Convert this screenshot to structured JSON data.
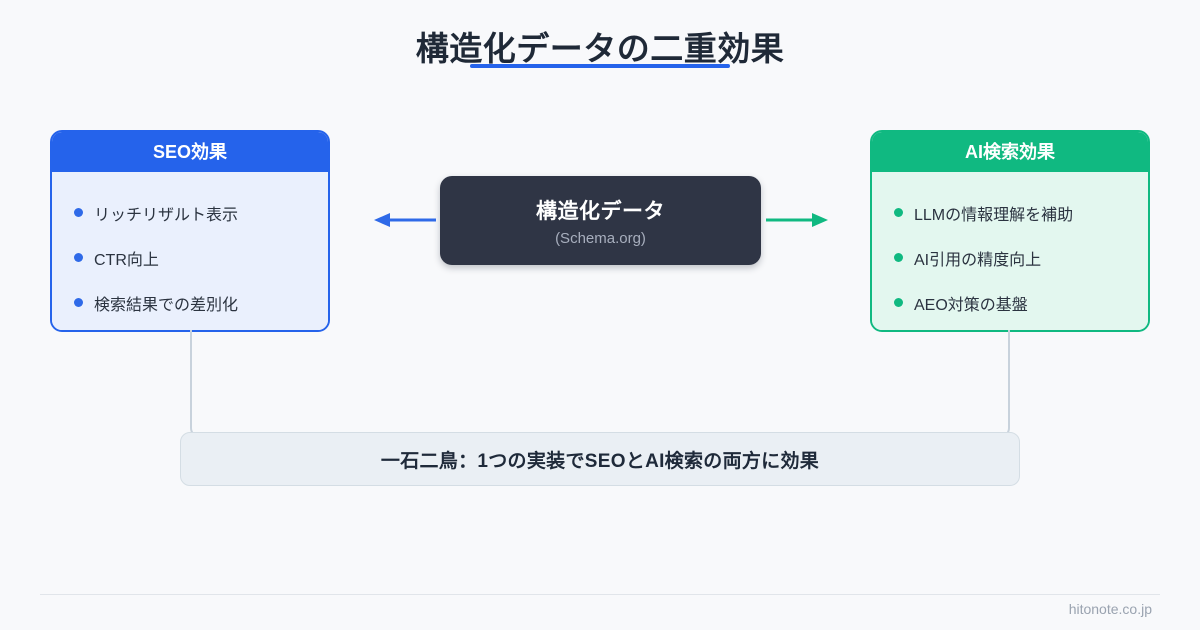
{
  "title": {
    "text": "構造化データの二重効果",
    "underline_color": "#2563eb"
  },
  "center_node": {
    "label": "構造化データ",
    "sublabel": "(Schema.org)",
    "bg_color": "#2f3545"
  },
  "arrows": {
    "left": {
      "direction": "left",
      "color": "#2f6ae8",
      "name": "arrow-to-seo"
    },
    "right": {
      "direction": "right",
      "color": "#10b981",
      "name": "arrow-to-ai"
    }
  },
  "cards": [
    {
      "id": "seo",
      "header": "SEO効果",
      "accent_color": "#2563eb",
      "body_color": "#eaf0fd",
      "items": [
        "リッチリザルト表示",
        "CTR向上",
        "検索結果での差別化"
      ]
    },
    {
      "id": "ai",
      "header": "AI検索効果",
      "accent_color": "#10b981",
      "body_color": "#e3f7ef",
      "items": [
        "LLMの情報理解を補助",
        "AI引用の精度向上",
        "AEO対策の基盤"
      ]
    }
  ],
  "banner": {
    "text": "一石二鳥：1つの実装でSEOとAI検索の両方に効果",
    "bg_color": "#eaeff4"
  },
  "footer": {
    "text": "hitonote.co.jp"
  }
}
